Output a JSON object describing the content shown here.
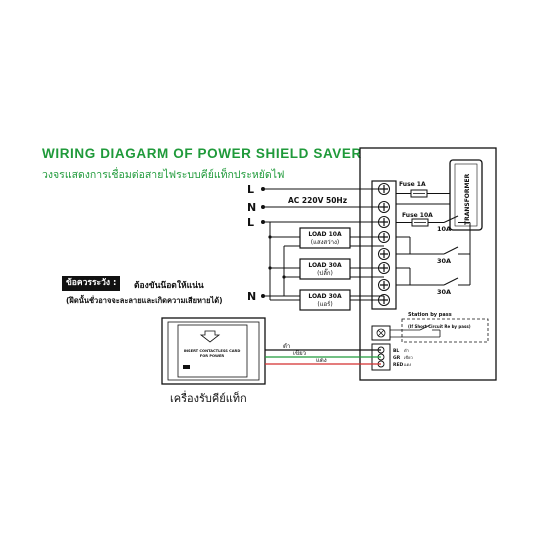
{
  "title": "WIRING DIAGARM OF POWER SHIELD SAVER",
  "subtitle": "วงจรแสดงการเชื่อมต่อสายไฟระบบคีย์แท็กประหยัดไฟ",
  "colors": {
    "title": "#1f9a3a",
    "wire_red": "#d32f2f",
    "wire_green": "#1f9a3a",
    "wire_black": "#111111"
  },
  "inputs": {
    "L1": "L",
    "N1": "N",
    "L2": "L",
    "N2": "N",
    "supply": "AC 220V 50Hz"
  },
  "fuses": {
    "fuse1": "Fuse 1A",
    "fuse2": "Fuse 10A"
  },
  "transformer": "TRANSFORMER",
  "relay_ratings": [
    "10A",
    "30A",
    "30A"
  ],
  "loads": [
    {
      "rating": "LOAD 10A",
      "desc": "(แสงสว่าง)"
    },
    {
      "rating": "LOAD 30A",
      "desc": "(ปลั๊ก)"
    },
    {
      "rating": "LOAD 30A",
      "desc": "(แอร์)"
    }
  ],
  "bypass": {
    "label": "Station by pass",
    "note": "(If Short Circuit Re by pass)"
  },
  "signal_terminals": [
    "BL",
    "GR",
    "RED"
  ],
  "signal_terminal_notes": [
    "ดำ",
    "เขียว",
    "แดง"
  ],
  "wire_labels": {
    "black": "ดำ",
    "green": "เขียว",
    "red": "แดง"
  },
  "card_reader": {
    "line1": "INSERT CONTACTLESS CARD",
    "line2": "FOR POWER",
    "label": "เครื่องรับคีย์แท็ก"
  },
  "warning": {
    "title": "ข้อควรระวัง :",
    "text": "ต้องขันน๊อตให้แน่น",
    "sub": "(ฝึดนั้นชั่วอาจจะละลายและเกิดความเสียหายได้)"
  }
}
